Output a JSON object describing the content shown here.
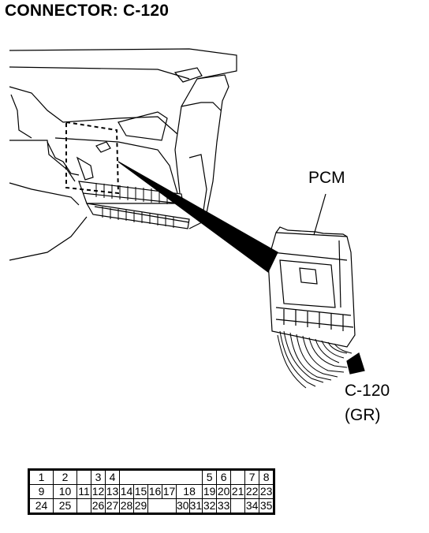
{
  "title": "CONNECTOR: C-120",
  "labels": {
    "component": "PCM",
    "connector_id": "C-120",
    "connector_color": "(GR)"
  },
  "pin_grid": {
    "rows": [
      [
        "1",
        "2",
        "",
        "3",
        "4",
        "",
        "",
        "",
        "",
        "",
        "",
        "5",
        "6",
        "",
        "7",
        "8"
      ],
      [
        "9",
        "10",
        "11",
        "12",
        "13",
        "14",
        "15",
        "16",
        "17",
        "18",
        "19",
        "20",
        "21",
        "22",
        "23"
      ],
      [
        "24",
        "25",
        "",
        "26",
        "27",
        "28",
        "29",
        "",
        "",
        "30",
        "31",
        "32",
        "33",
        "",
        "34",
        "35"
      ]
    ]
  }
}
